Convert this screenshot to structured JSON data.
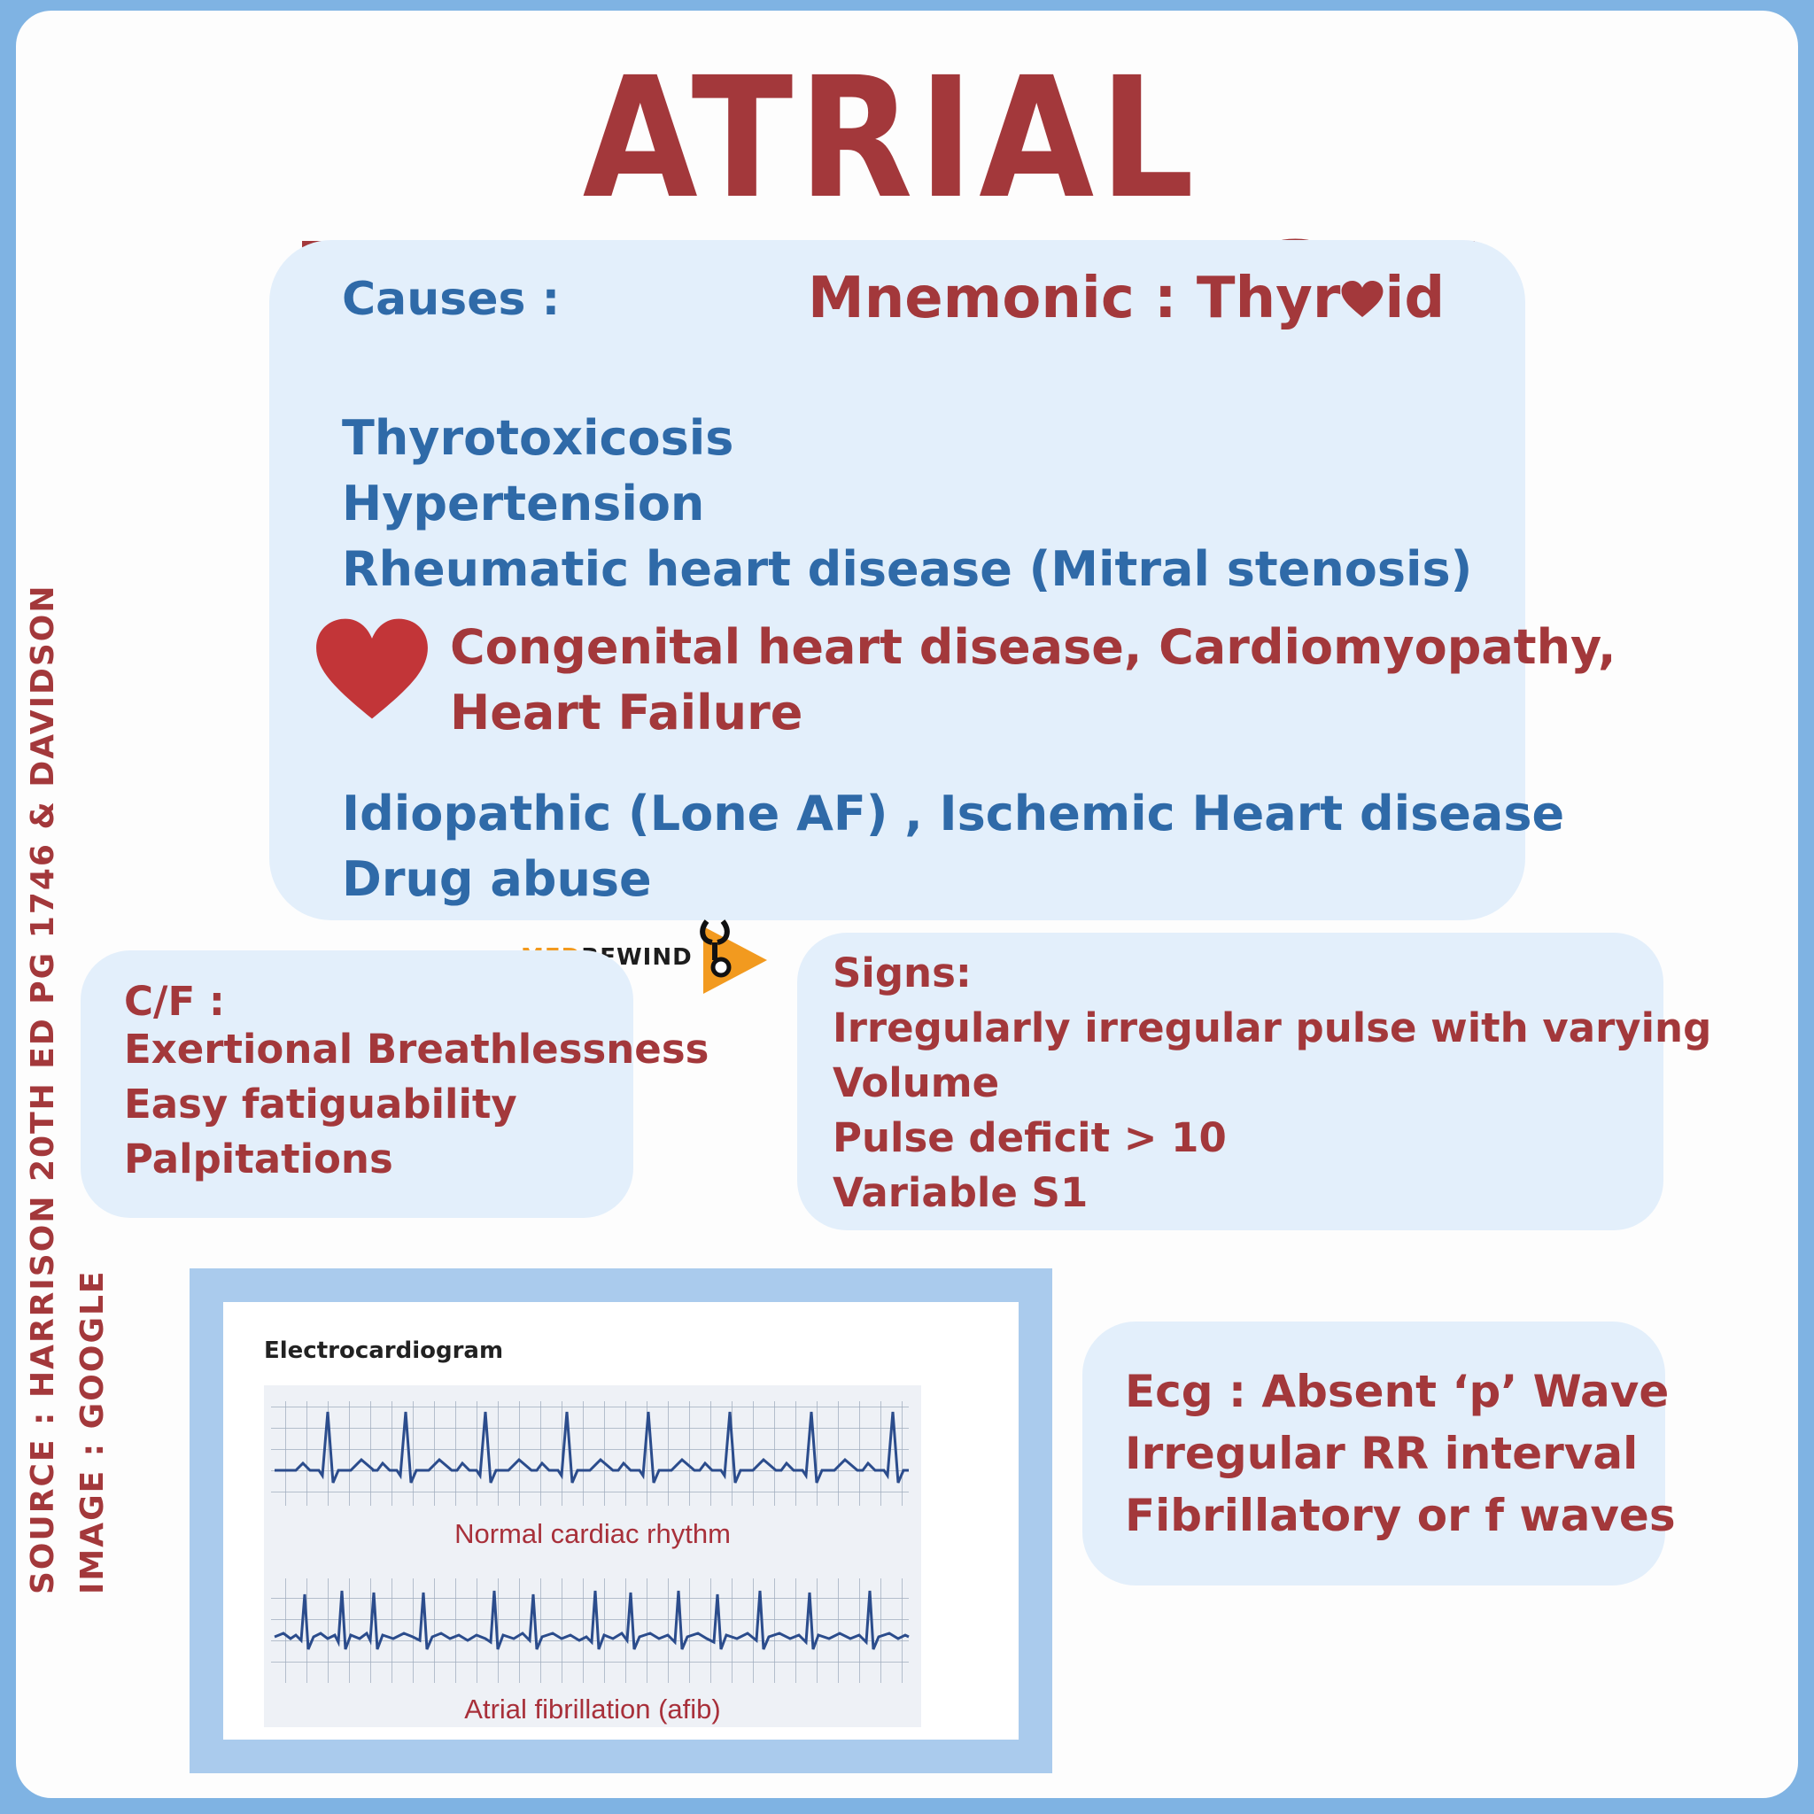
{
  "title": "ATRIAL FIBRILLATION",
  "causes": {
    "heading": "Causes :",
    "mnemonic_prefix": "Mnemonic : Thyr",
    "mnemonic_suffix": "id",
    "items": [
      "Thyrotoxicosis",
      "Hypertension",
      "Rheumatic heart disease (Mitral stenosis)",
      "Congenital heart disease, Cardiomyopathy,",
      "Heart Failure",
      "Idiopathic (Lone AF) , Ischemic Heart disease",
      "Drug abuse"
    ]
  },
  "clinical_features": {
    "heading": "C/F :",
    "items": [
      "Exertional Breathlessness",
      "Easy fatiguability",
      "Palpitations"
    ]
  },
  "signs": {
    "heading": "Signs:",
    "items": [
      "Irregularly irregular pulse with varying",
      "Volume",
      "Pulse deficit > 10",
      "Variable S1"
    ]
  },
  "ecg_findings": {
    "items": [
      "Ecg : Absent ‘p’ Wave",
      "Irregular RR interval",
      "Fibrillatory or f waves"
    ]
  },
  "ecg_image": {
    "title": "Electrocardiogram",
    "caption_normal": "Normal cardiac rhythm",
    "caption_afib": "Atrial fibrillation (afib)"
  },
  "logo": {
    "part1": "MED",
    "part2": "REWIND"
  },
  "credits": {
    "source": "SOURCE : HARRISON 20TH ED PG 1746 & DAVIDSON",
    "image": "IMAGE : GOOGLE"
  },
  "colors": {
    "brand_red": "#a3383b",
    "text_blue": "#2f6aa8",
    "panel_bg": "#e3effb",
    "border_blue": "#7fb3e3",
    "logo_orange": "#f29a1f"
  },
  "icons": [
    "heart-icon",
    "play-logo-icon"
  ]
}
